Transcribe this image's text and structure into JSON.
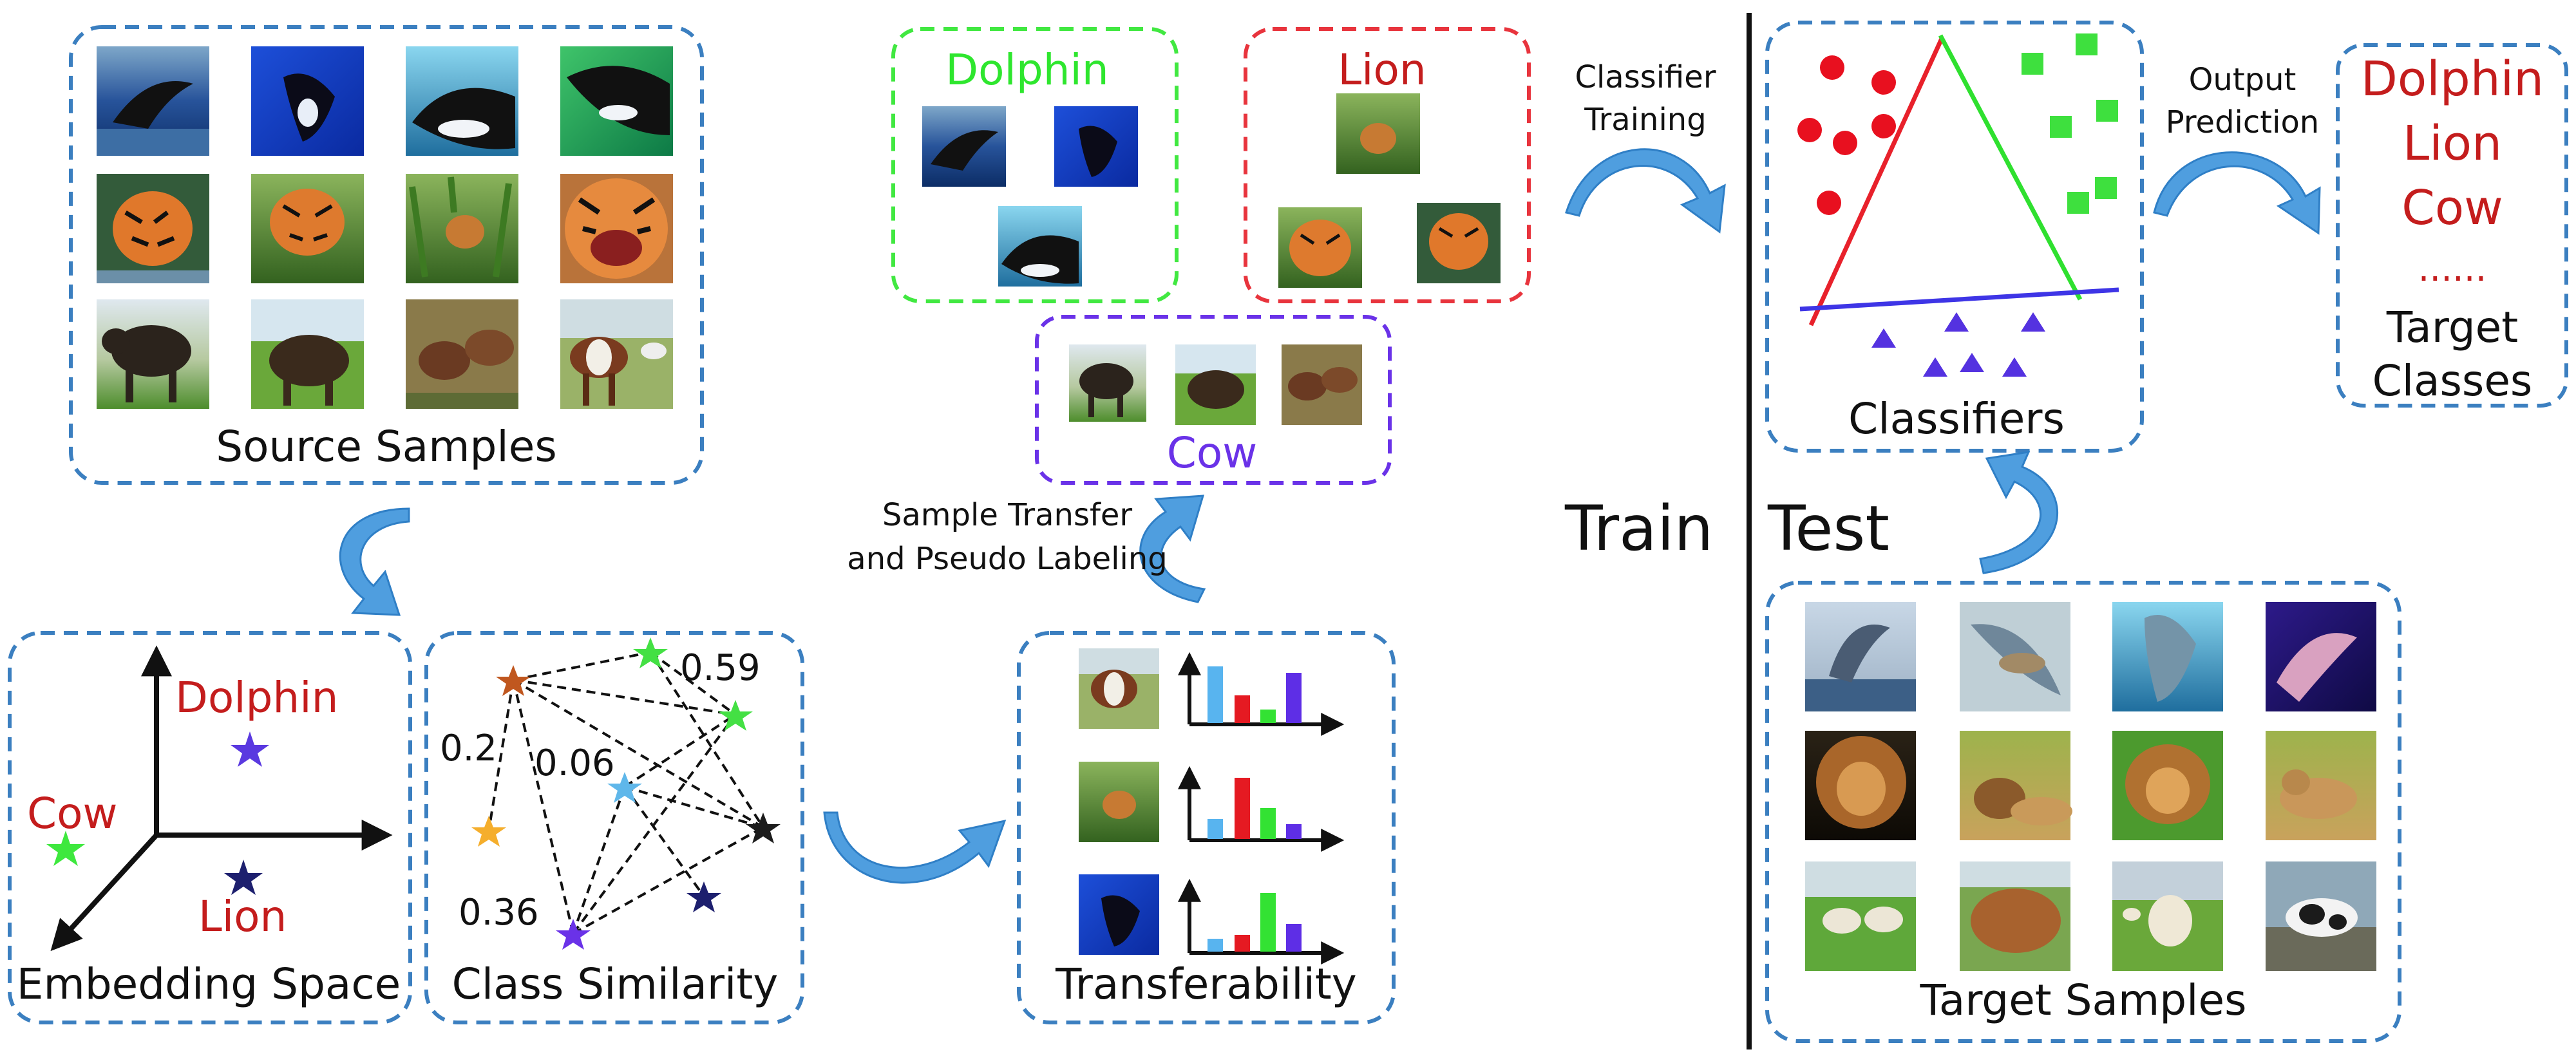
{
  "source": {
    "title": "Source Samples"
  },
  "embedding": {
    "title": "Embedding Space",
    "dolphin": "Dolphin",
    "cow": "Cow",
    "lion": "Lion"
  },
  "similarity": {
    "title": "Class Similarity",
    "v1": "0.59",
    "v2": "0.2",
    "v3": "0.06",
    "v4": "0.36"
  },
  "transferability": {
    "title": "Transferability"
  },
  "transfer": {
    "line1": "Sample Transfer",
    "line2": "and Pseudo Labeling"
  },
  "groups": {
    "dolphin": "Dolphin",
    "lion": "Lion",
    "cow": "Cow"
  },
  "training": {
    "line1": "Classifier",
    "line2": "Training"
  },
  "classifiers": {
    "title": "Classifiers"
  },
  "output": {
    "line1": "Output",
    "line2": "Prediction"
  },
  "predictions": {
    "dolphin": "Dolphin",
    "lion": "Lion",
    "cow": "Cow",
    "dots": "......",
    "target1": "Target",
    "target2": "Classes"
  },
  "phases": {
    "train": "Train",
    "test": "Test"
  },
  "target": {
    "title": "Target Samples"
  },
  "colors": {
    "box_border": "#3b7fc0",
    "dolphin_group": "#41e841",
    "lion_group": "#e8343d",
    "cow_group": "#6a32e8",
    "label_red": "#c41d1d",
    "arrow_blue": "#4f9edf",
    "bar_blue": "#58b4ef",
    "bar_red": "#e51a22",
    "bar_green": "#33e233",
    "bar_purple": "#5e2ee6"
  },
  "icons": {
    "photo": "photo-thumbnail",
    "star": "star-icon",
    "arrow": "curved-arrow-icon"
  }
}
